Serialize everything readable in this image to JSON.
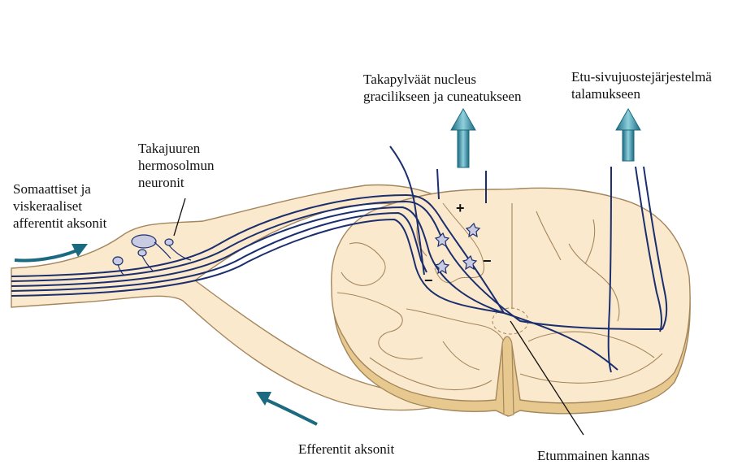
{
  "labels": {
    "afferent": [
      "Somaattiset ja",
      "viskeraaliset",
      "afferentit aksonit"
    ],
    "dorsal_root_ganglion": [
      "Takajuuren",
      "hermosolmun",
      "neuronit"
    ],
    "dorsal_column": [
      "Takapylväät nucleus",
      "gracilikseen ja cuneatukseen"
    ],
    "anterolateral": [
      "Etu-sivujuostejärjestelmä",
      "talamukseen"
    ],
    "efferent": "Efferentit aksonit",
    "commissure": "Etummainen kannas"
  },
  "signs": {
    "plus": "+",
    "minus_left": "−",
    "minus_right": "−"
  },
  "colors": {
    "tissue": "#fbe9cd",
    "tissue_edge": "#a4865d",
    "tissue_dark": "#e7c98f",
    "axon": "#1b2e6e",
    "arrow": "#1b6a80",
    "arrow_light": "#6ab7c7",
    "neuron": "#c9cbe2"
  },
  "icons": [
    "curved-arrow-icon",
    "up-arrow-icon",
    "neuron-cell-icon"
  ]
}
